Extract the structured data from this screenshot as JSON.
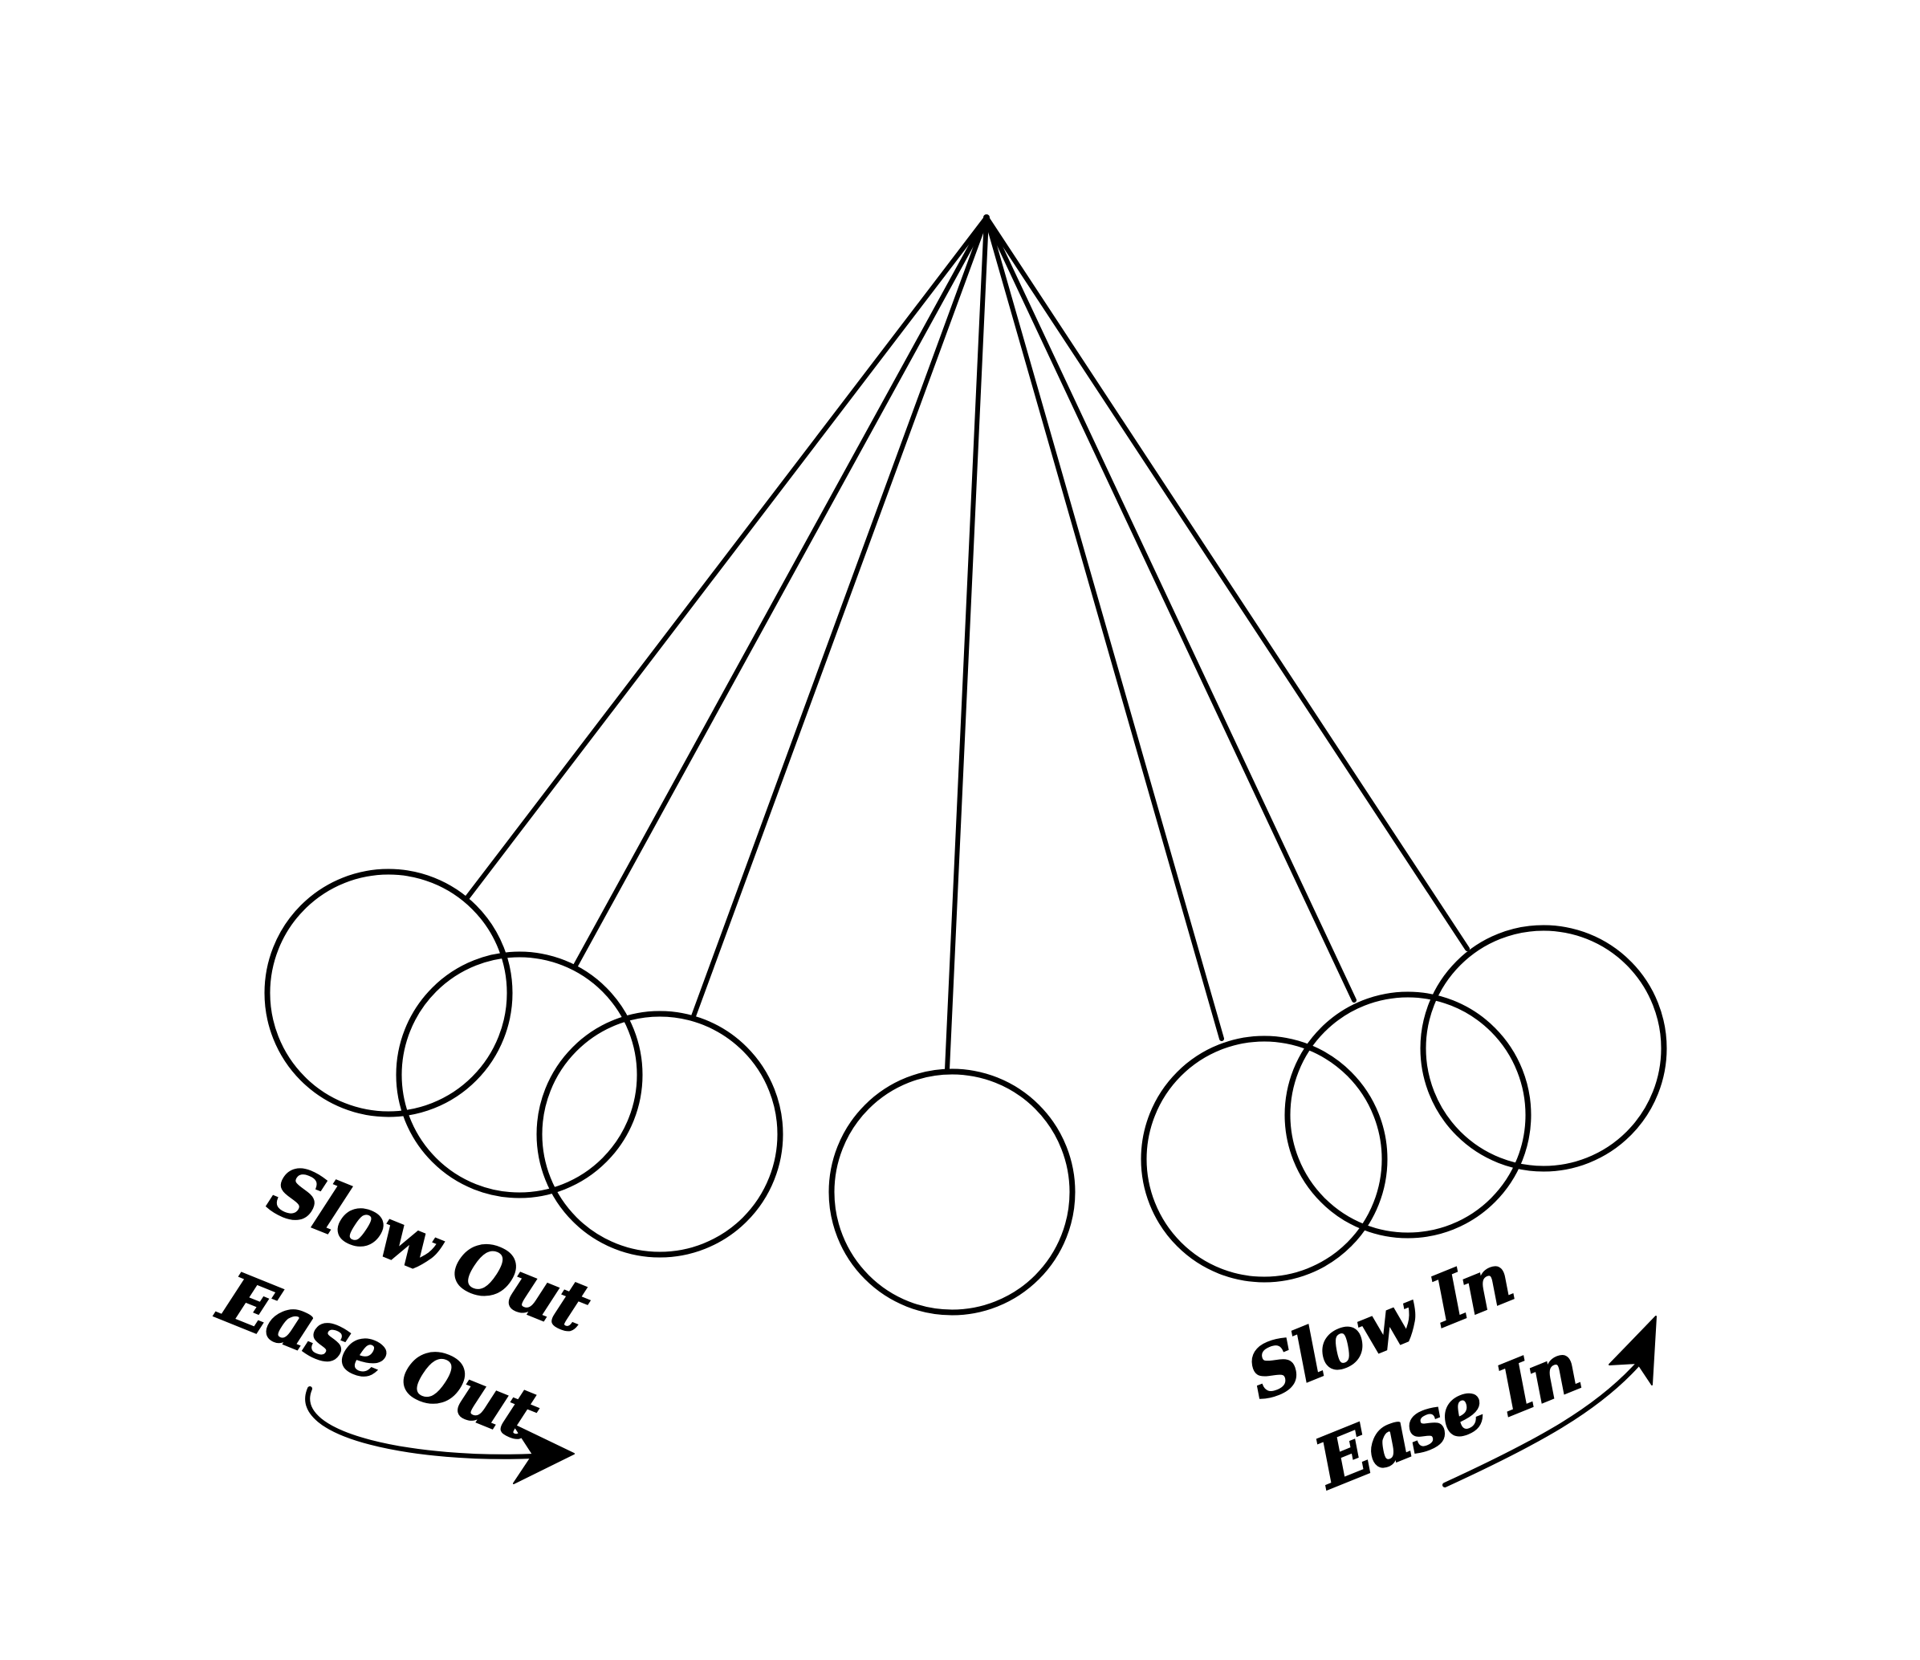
{
  "labels": {
    "left_line1": "Slow Out",
    "left_line2": "Ease Out",
    "right_line1": "Slow In",
    "right_line2": "Ease In"
  },
  "colors": {
    "ink": "#000000",
    "background": "#ffffff"
  },
  "pendulum": {
    "bob_count": 7,
    "swing_direction": "left-to-right"
  }
}
